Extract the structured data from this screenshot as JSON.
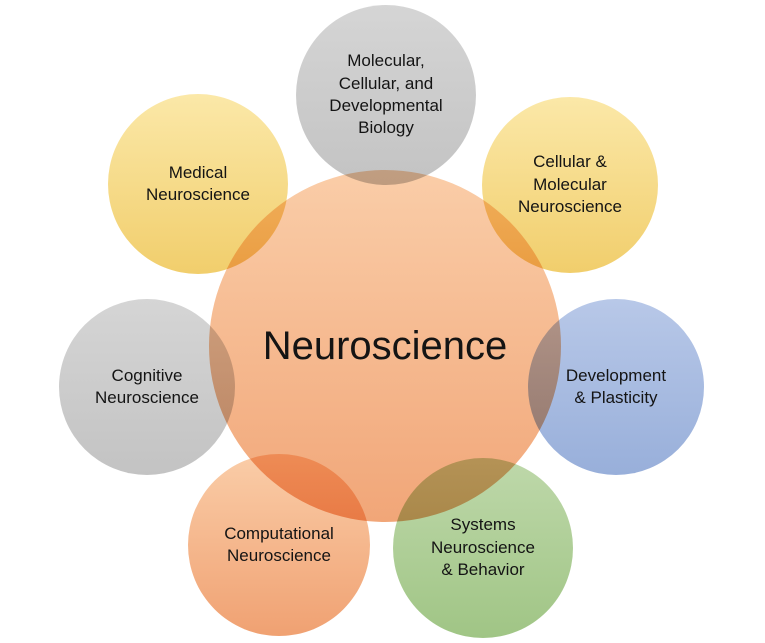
{
  "diagram": {
    "title": "Neuroscience",
    "background_color": "#FFFFFF",
    "text_color": "#141414",
    "center": {
      "label": "Neuroscience",
      "color_top": "#FACDA8",
      "color_bottom": "#F1A678"
    },
    "satellites": [
      {
        "name": "molecular-cellular-developmental-biology",
        "label": "Molecular,\nCellular, and\nDevelopmental\nBiology",
        "color_top": "#D5D5D5",
        "color_bottom": "#C3C3C3"
      },
      {
        "name": "medical-neuroscience",
        "label": "Medical\nNeuroscience",
        "color_top": "#FBE8A8",
        "color_bottom": "#F1CE6C"
      },
      {
        "name": "cellular-molecular-neuroscience",
        "label": "Cellular &\nMolecular\nNeuroscience",
        "color_top": "#FBE8A8",
        "color_bottom": "#F1CE6C"
      },
      {
        "name": "cognitive-neuroscience",
        "label": "Cognitive\nNeuroscience",
        "color_top": "#D5D5D5",
        "color_bottom": "#C3C3C3"
      },
      {
        "name": "development-plasticity",
        "label": "Development\n& Plasticity",
        "color_top": "#B8C8E8",
        "color_bottom": "#98AFDA"
      },
      {
        "name": "computational-neuroscience",
        "label": "Computational\nNeuroscience",
        "color_top": "#FACDA8",
        "color_bottom": "#F0A172"
      },
      {
        "name": "systems-neuroscience-behavior",
        "label": "Systems\nNeuroscience\n& Behavior",
        "color_top": "#BED8AA",
        "color_bottom": "#A0C585"
      }
    ]
  }
}
